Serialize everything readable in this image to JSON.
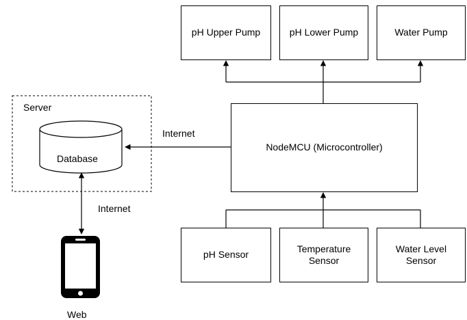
{
  "outputs": {
    "ph_upper": "pH Upper Pump",
    "ph_lower": "pH Lower Pump",
    "water_pump": "Water Pump"
  },
  "controller": "NodeMCU (Microcontroller)",
  "sensors": {
    "ph": "pH Sensor",
    "temperature": [
      "Temperature",
      "Sensor"
    ],
    "water_level": [
      "Water Level",
      "Sensor"
    ]
  },
  "server": {
    "label": "Server",
    "database": "Database"
  },
  "links": {
    "controller_to_db": "Internet",
    "db_to_phone": "Internet"
  },
  "client": {
    "label": "Web"
  }
}
